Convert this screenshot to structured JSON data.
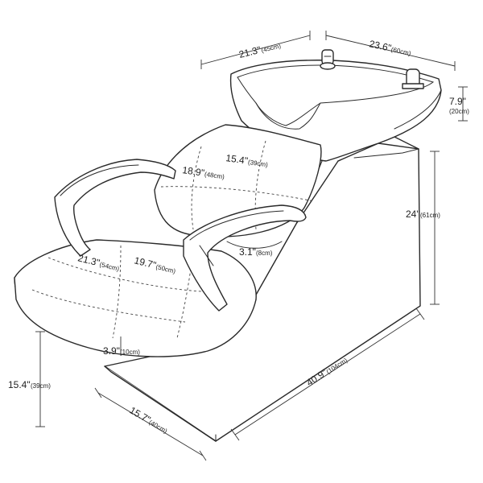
{
  "dimensions": {
    "basin_depth": {
      "inch": "21.3\"",
      "cm": "(45cm)"
    },
    "basin_width": {
      "inch": "23.6\"",
      "cm": "(60cm)"
    },
    "basin_height": {
      "inch": "7.9\"",
      "cm": "(20cm)"
    },
    "base_height": {
      "inch": "24\"",
      "cm": "(61cm)"
    },
    "back_width": {
      "inch": "15.4\"",
      "cm": "(39cm)"
    },
    "back_height": {
      "inch": "18.9\"",
      "cm": "(48cm)"
    },
    "seat_width": {
      "inch": "21.3\"",
      "cm": "(54cm)"
    },
    "seat_depth": {
      "inch": "19.7\"",
      "cm": "(50cm)"
    },
    "armrest_width": {
      "inch": "3.1\"",
      "cm": "(8cm)"
    },
    "seat_thickness": {
      "inch": "3.9\"",
      "cm": "(10cm)"
    },
    "seat_height": {
      "inch": "15.4\"",
      "cm": "(39cm)"
    },
    "base_width": {
      "inch": "15.7\"",
      "cm": "(40cm)"
    },
    "total_length": {
      "inch": "40.9\"",
      "cm": "(104cm)"
    }
  }
}
